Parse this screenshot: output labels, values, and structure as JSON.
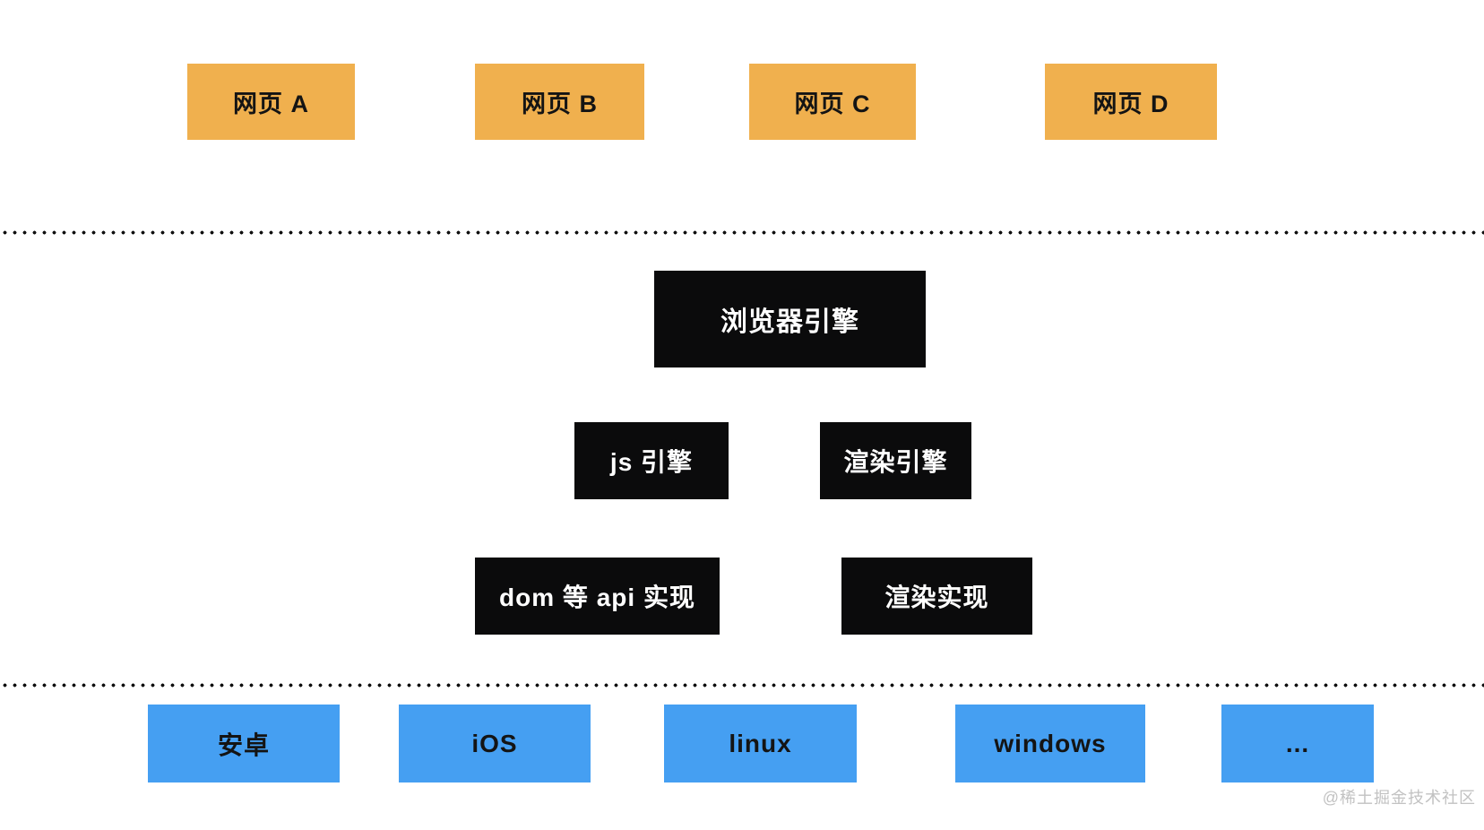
{
  "colors": {
    "web_page_box": "#F0B04E",
    "engine_box": "#0B0B0C",
    "platform_box": "#459FF2",
    "box_text_dark": "#141414",
    "box_text_light": "#FFFFFF",
    "divider_dot": "#111111",
    "watermark": "#C2C2C2",
    "page_bg": "#FFFFFF"
  },
  "web_pages": [
    {
      "label": "网页 A"
    },
    {
      "label": "网页 B"
    },
    {
      "label": "网页 C"
    },
    {
      "label": "网页 D"
    }
  ],
  "engine": {
    "browser_engine": {
      "label": "浏览器引擎"
    },
    "js_engine": {
      "label": "js 引擎"
    },
    "render_engine": {
      "label": "渲染引擎"
    },
    "dom_api_impl": {
      "label": "dom 等 api 实现"
    },
    "render_impl": {
      "label": "渲染实现"
    }
  },
  "platforms": [
    {
      "label": "安卓"
    },
    {
      "label": "iOS"
    },
    {
      "label": "linux"
    },
    {
      "label": "windows"
    },
    {
      "label": "..."
    }
  ],
  "watermark": {
    "label": "@稀土掘金技术社区"
  }
}
